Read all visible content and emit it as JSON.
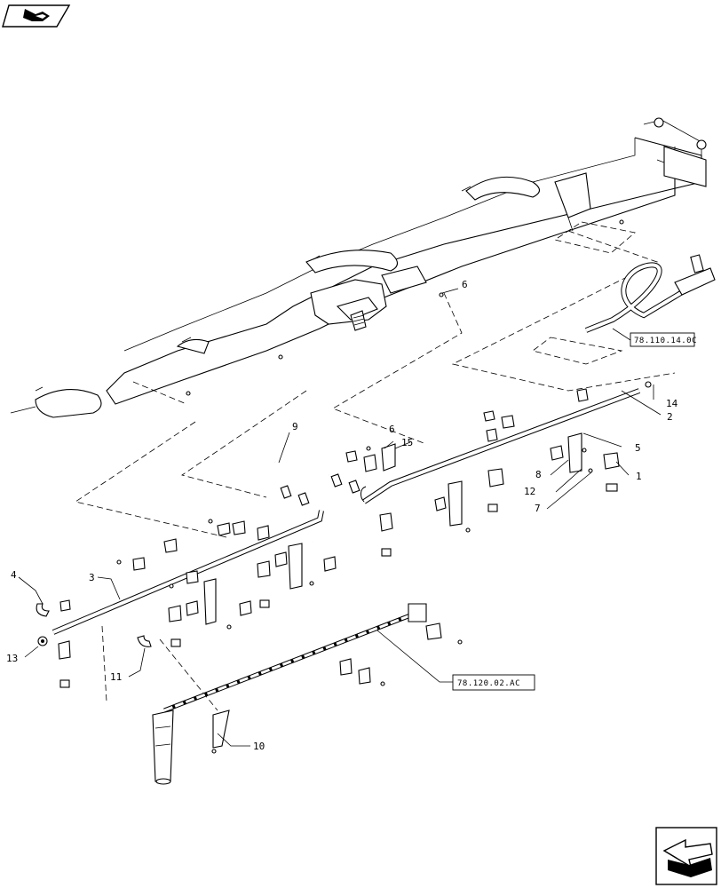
{
  "callouts": {
    "c1": "1",
    "c2": "2",
    "c3": "3",
    "c4": "4",
    "c5": "5",
    "c6a": "6",
    "c6b": "6",
    "c7": "7",
    "c8": "8",
    "c9": "9",
    "c10": "10",
    "c11": "11",
    "c12": "12",
    "c13": "13",
    "c14": "14",
    "c15": "15"
  },
  "references": {
    "ref_top": "78.110.14.0C",
    "ref_bottom": "78.120.02.AC"
  },
  "icons": {
    "top_nav": "previous-page-arrow-icon",
    "bottom_nav": "next-page-arrow-icon"
  }
}
